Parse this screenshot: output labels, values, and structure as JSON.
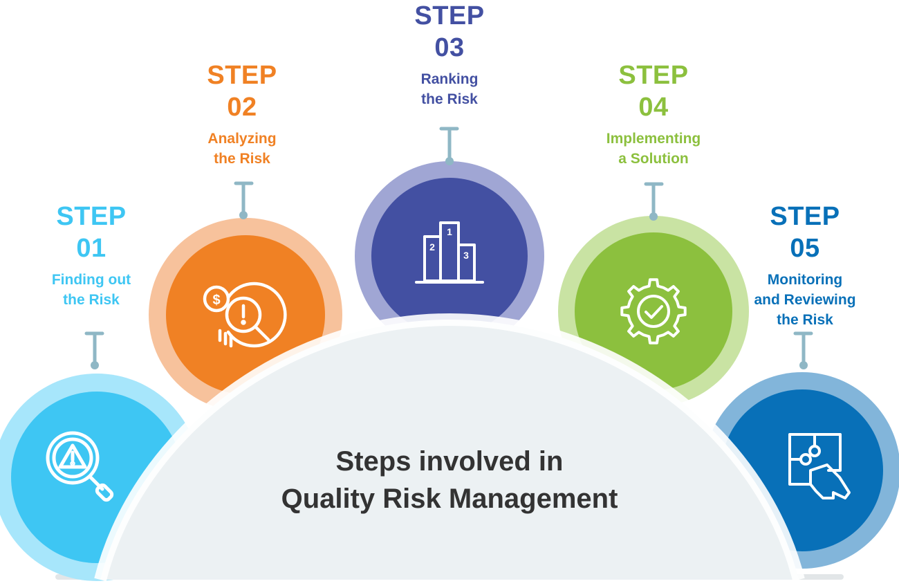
{
  "title": {
    "line1": "Steps involved in",
    "line2": "Quality Risk Management"
  },
  "steps": [
    {
      "word": "STEP",
      "number": "01",
      "label_lines": [
        "Finding out",
        "the Risk"
      ],
      "color": "#3ec6f3",
      "ring": "#a7e6fb",
      "icon": "warning-magnifier-icon"
    },
    {
      "word": "STEP",
      "number": "02",
      "label_lines": [
        "Analyzing",
        "the Risk"
      ],
      "color": "#f08124",
      "ring": "#f7c29c",
      "icon": "financial-risk-analysis-icon"
    },
    {
      "word": "STEP",
      "number": "03",
      "label_lines": [
        "Ranking",
        "the Risk"
      ],
      "color": "#4350a2",
      "ring": "#a0a6d4",
      "icon": "ranking-podium-icon"
    },
    {
      "word": "STEP",
      "number": "04",
      "label_lines": [
        "Implementing",
        "a Solution"
      ],
      "color": "#8cc03e",
      "ring": "#c9e3a3",
      "icon": "gear-check-icon"
    },
    {
      "word": "STEP",
      "number": "05",
      "label_lines": [
        "Monitoring",
        "and Reviewing",
        "the Risk"
      ],
      "color": "#0870b8",
      "ring": "#82b5da",
      "icon": "puzzle-hand-icon"
    }
  ],
  "colors": {
    "dome": "#ecf1f3",
    "connector": "#8fb7c5",
    "title_text": "#333333"
  }
}
